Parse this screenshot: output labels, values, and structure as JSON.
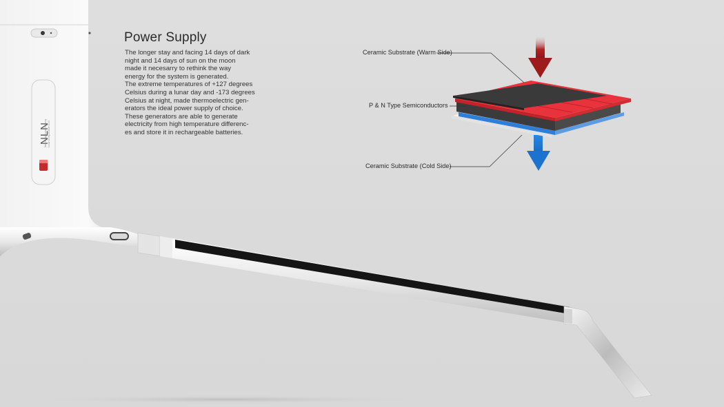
{
  "section": {
    "title": "Power Supply",
    "paragraph_lines": [
      "The longer stay and facing 14 days of dark",
      "night and 14 days of sun on the moon",
      "made it necesarry to rethink the way",
      "energy for the system is generated.",
      "The extreme temperatures of +127 degrees",
      "Celsius during a lunar day and -173 degrees",
      "Celsius at night, made thermoelectric gen-",
      "erators  the ideal power supply of choice.",
      "These generators are able to generate",
      "electricity from high temperature differenc-",
      "es and store it in rechargeable batteries."
    ]
  },
  "diagram": {
    "labels": {
      "warm": "Ceramic Substrate (Warm Side)",
      "semi": "P & N Type Semiconductors",
      "cold": "Ceramic Substrate (Cold Side)"
    },
    "colors": {
      "warm_arrow": "#a81c1c",
      "cold_arrow": "#1e7fd6",
      "p_type": "#e8323c",
      "n_type": "#2f7fd9",
      "top_plate": "#3a3a3a"
    },
    "icons": [
      "arrow-down-red-icon",
      "arrow-down-blue-icon"
    ]
  },
  "device": {
    "brand": "NLN",
    "fine_print": [
      "Nachhaltige Lunar Nutzung",
      "Lunar Living Module 2013"
    ]
  }
}
